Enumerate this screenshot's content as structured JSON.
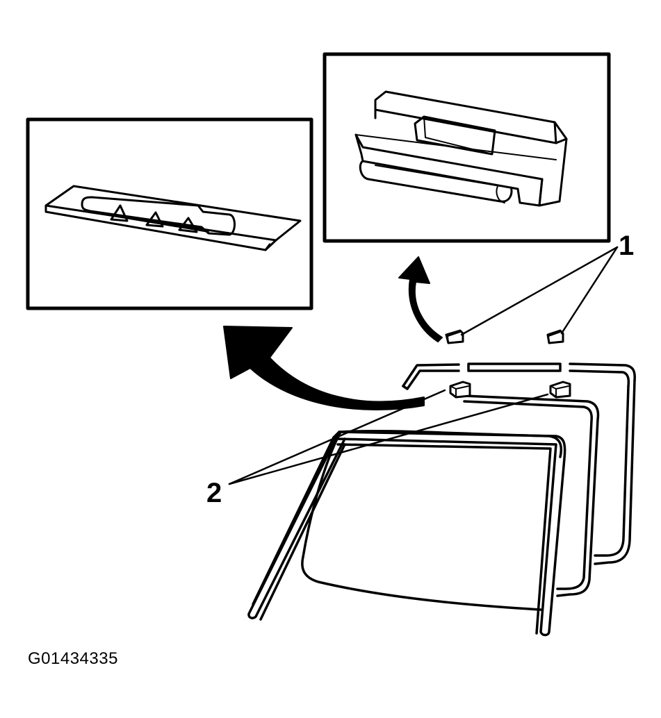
{
  "callouts": {
    "one": "1",
    "two": "2"
  },
  "figure_code": "G01434335",
  "colors": {
    "ink": "#000000",
    "paper": "#ffffff"
  }
}
